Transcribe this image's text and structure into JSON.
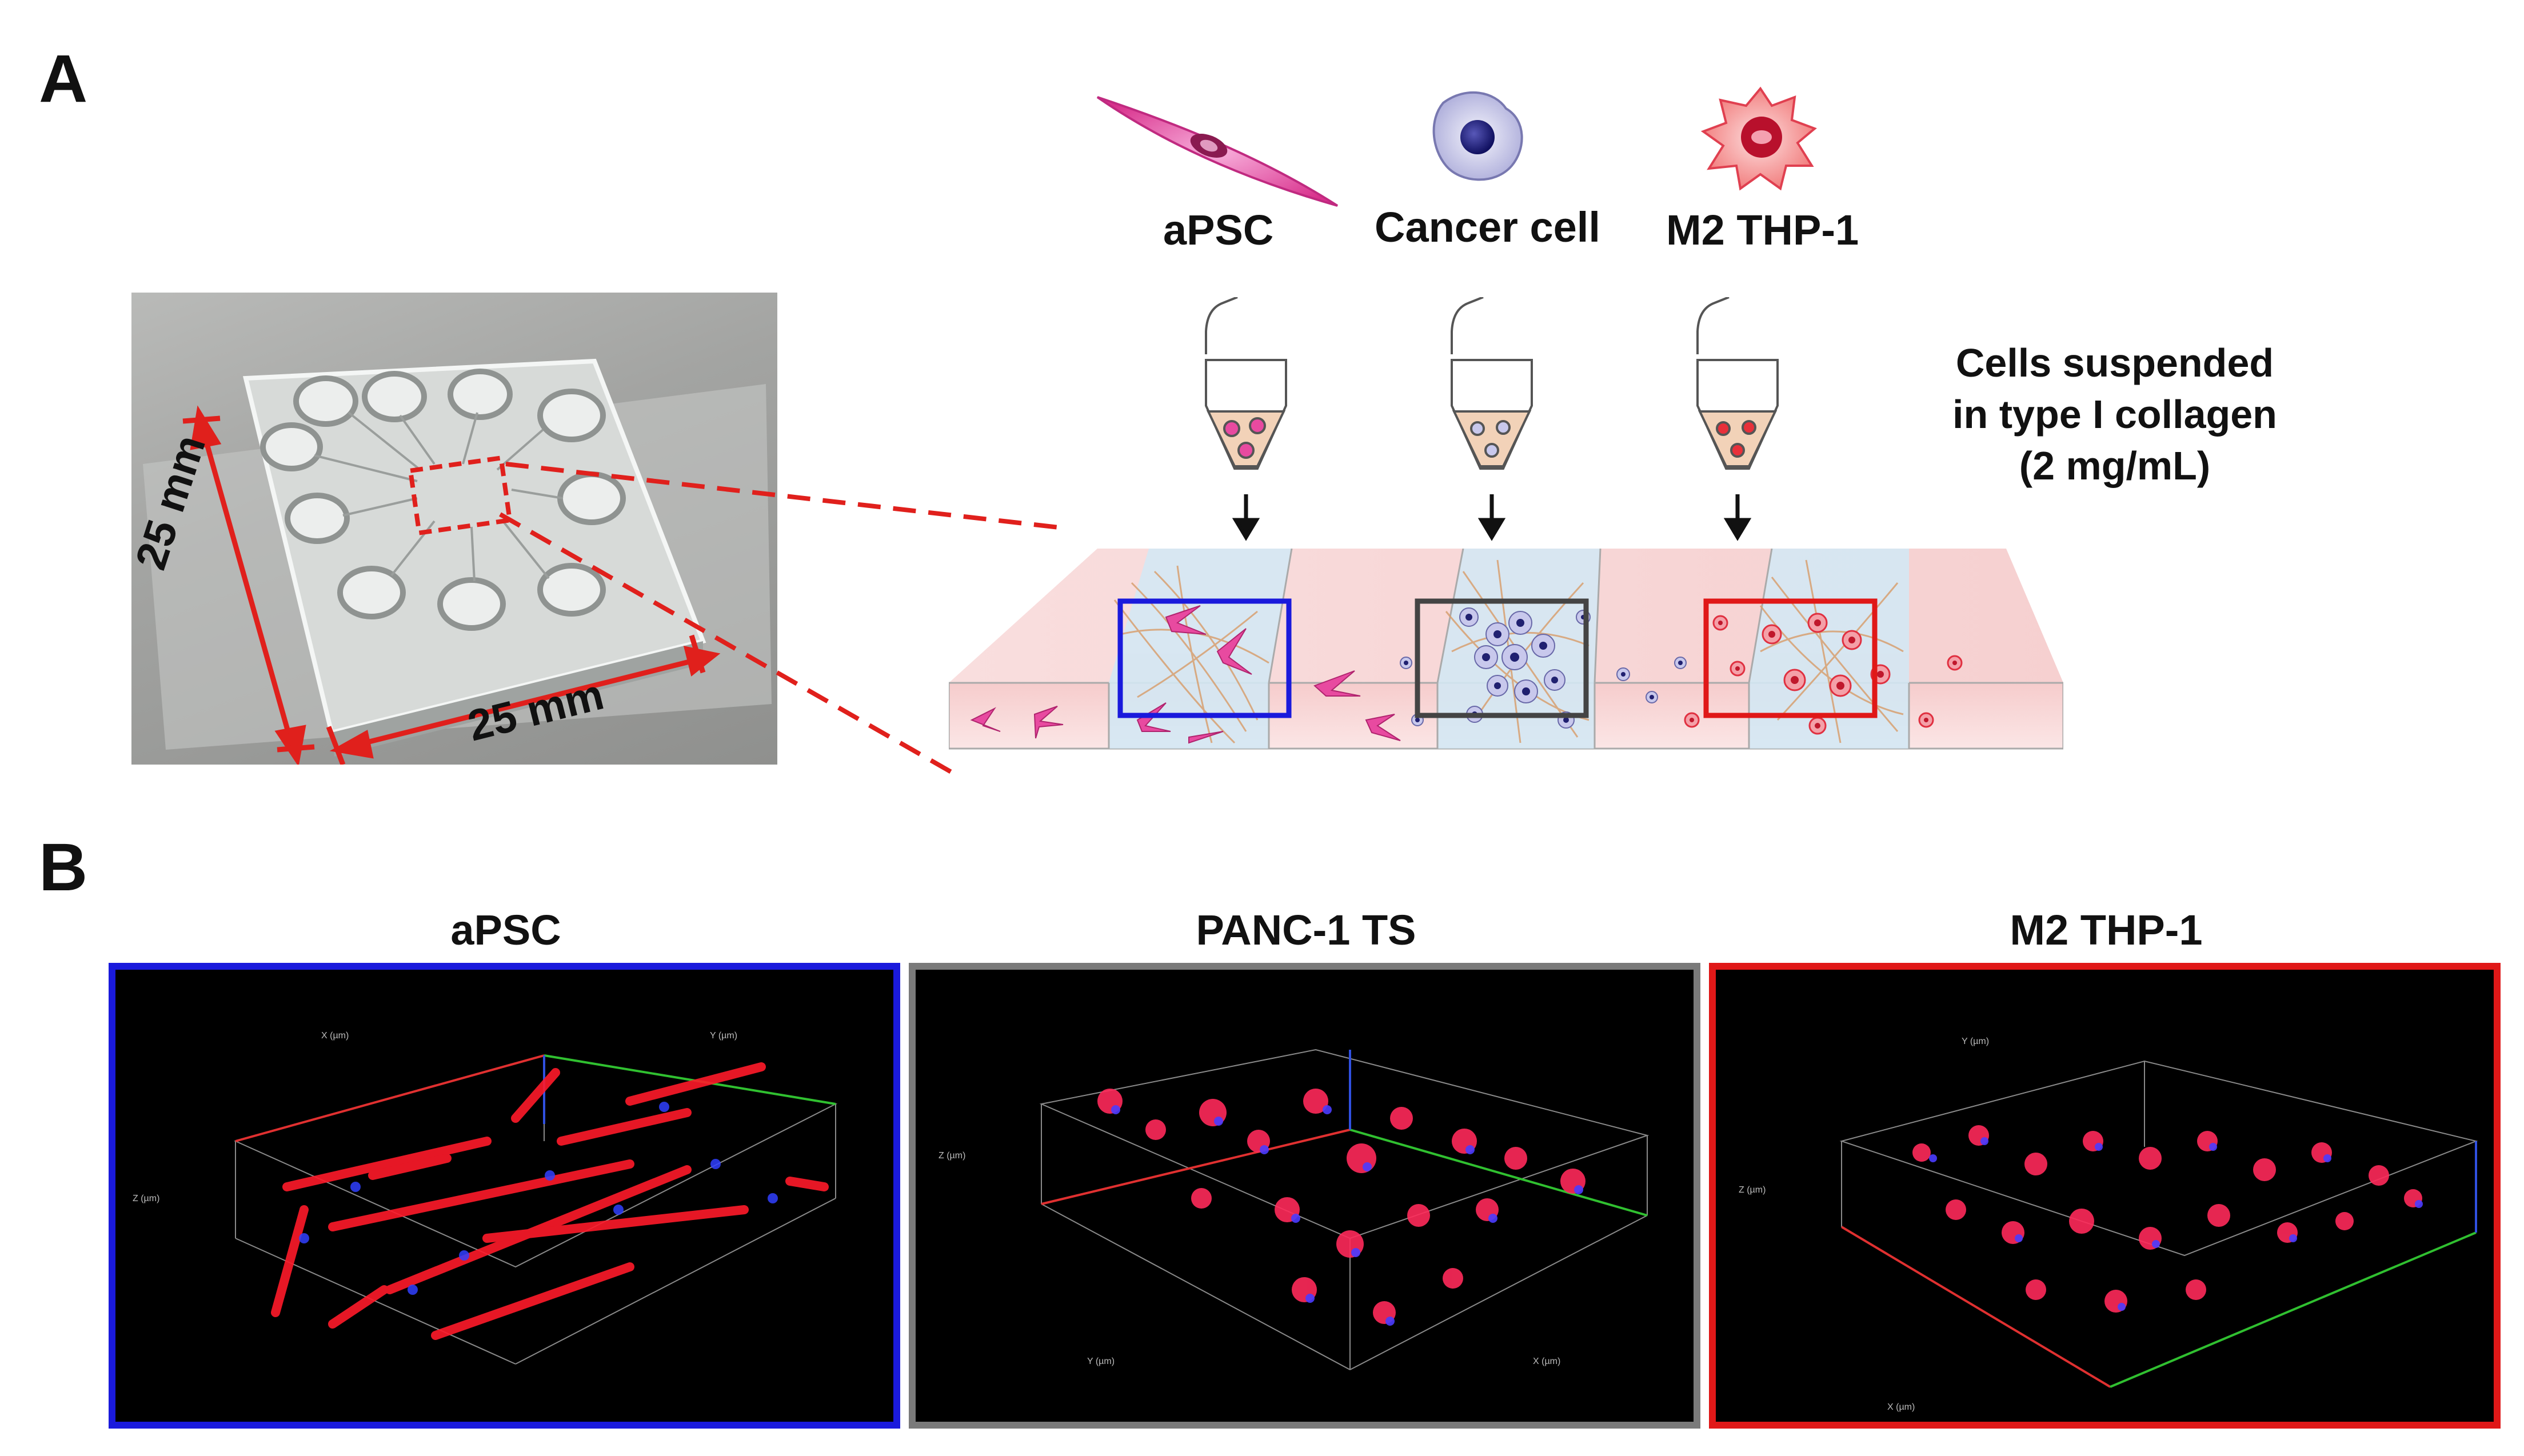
{
  "panels": {
    "a_letter": "A",
    "b_letter": "B"
  },
  "chip": {
    "dim_vertical": "25 mm",
    "dim_horizontal": "25 mm"
  },
  "cells": [
    {
      "label": "aPSC"
    },
    {
      "label": "Cancer cell"
    },
    {
      "label": "M2 THP-1"
    }
  ],
  "collagen_note": {
    "line1": "Cells suspended",
    "line2": "in type I collagen",
    "line3": "(2 mg/mL)"
  },
  "micrographs": [
    {
      "title": "aPSC",
      "frame_color": "#1a1adc",
      "axis_labels": {
        "x": "X (µm)",
        "y": "Y (µm)",
        "z": "Z (µm)"
      }
    },
    {
      "title": "PANC-1 TS",
      "frame_color": "#7a7a7a",
      "axis_labels": {
        "x": "X (µm)",
        "y": "Y (µm)",
        "z": "Z (µm)"
      }
    },
    {
      "title": "M2 THP-1",
      "frame_color": "#e01818",
      "axis_labels": {
        "x": "X (µm)",
        "y": "Y (µm)",
        "z": "Z (µm)"
      }
    }
  ],
  "colors": {
    "dimension_red": "#e0201c",
    "apsc_pink": "#e84aa0",
    "cancer_lavender": "#c8c8ec",
    "thp1_red": "#e8303a",
    "channel_pink": "#f4c8c8",
    "channel_blue": "#d4e8f4"
  }
}
